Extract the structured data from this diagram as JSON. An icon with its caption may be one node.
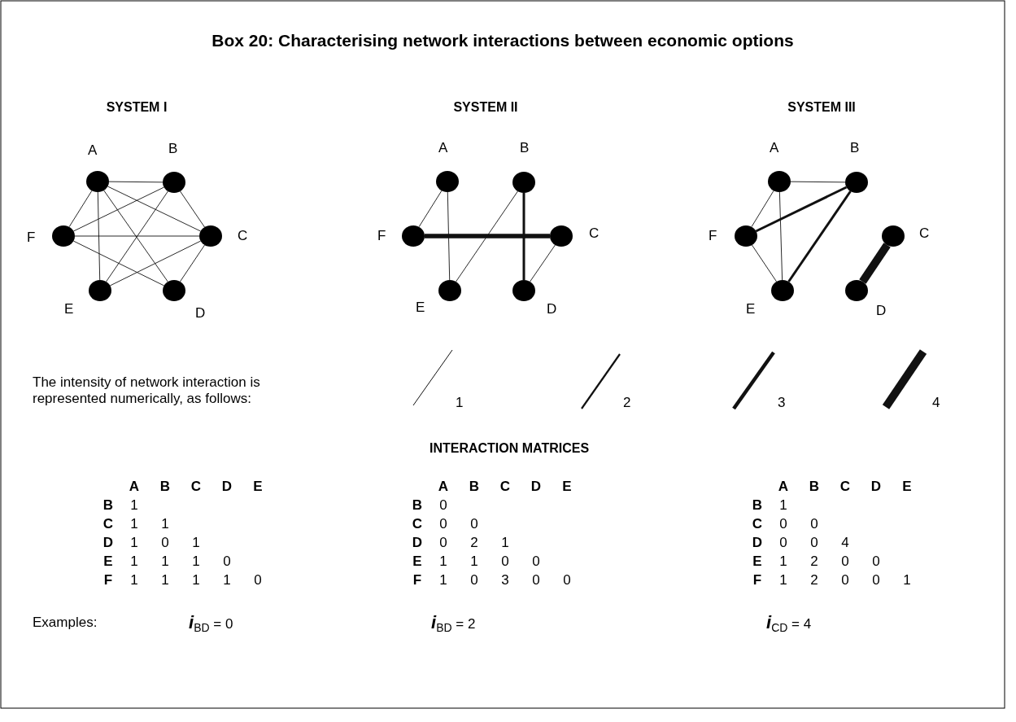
{
  "diagram": {
    "title": "Box 20: Characterising network interactions between economic options",
    "nodes": [
      {
        "text": [
          "A"
        ]
      },
      {
        "text": [
          "B"
        ]
      },
      {
        "text": [
          "F"
        ]
      },
      {
        "text": [
          "C"
        ]
      },
      {
        "text": [
          "E"
        ]
      },
      {
        "text": [
          "D"
        ]
      },
      {
        "text": [
          "A"
        ]
      },
      {
        "text": [
          "B"
        ]
      },
      {
        "text": [
          "F"
        ]
      },
      {
        "text": [
          "C"
        ]
      },
      {
        "text": [
          "E"
        ]
      },
      {
        "text": [
          "D"
        ]
      },
      {
        "text": [
          "A"
        ]
      },
      {
        "text": [
          "B"
        ]
      },
      {
        "text": [
          "F"
        ]
      },
      {
        "text": [
          "C"
        ]
      },
      {
        "text": [
          "E"
        ]
      },
      {
        "text": [
          "D"
        ]
      }
    ],
    "edges": [
      {
        "from": 0,
        "to": 1,
        "arrow": "none"
      },
      {
        "from": 0,
        "to": 3,
        "arrow": "none"
      },
      {
        "from": 0,
        "to": 5,
        "arrow": "none"
      },
      {
        "from": 0,
        "to": 4,
        "arrow": "none"
      },
      {
        "from": 0,
        "to": 2,
        "arrow": "none"
      },
      {
        "from": 1,
        "to": 3,
        "arrow": "none"
      },
      {
        "from": 1,
        "to": 4,
        "arrow": "none"
      },
      {
        "from": 1,
        "to": 2,
        "arrow": "none"
      },
      {
        "from": 3,
        "to": 5,
        "arrow": "none"
      },
      {
        "from": 3,
        "to": 4,
        "arrow": "none"
      },
      {
        "from": 3,
        "to": 2,
        "arrow": "none"
      },
      {
        "from": 5,
        "to": 2,
        "arrow": "none"
      },
      {
        "from": 6,
        "to": 8,
        "arrow": "none"
      },
      {
        "from": 6,
        "to": 10,
        "arrow": "none"
      },
      {
        "from": 7,
        "to": 10,
        "arrow": "none"
      },
      {
        "from": 7,
        "to": 11,
        "arrow": "none",
        "style": "thick"
      },
      {
        "from": 8,
        "to": 9,
        "arrow": "none",
        "style": "thick"
      },
      {
        "from": 9,
        "to": 11,
        "arrow": "none"
      },
      {
        "from": 12,
        "to": 13,
        "arrow": "none"
      },
      {
        "from": 12,
        "to": 14,
        "arrow": "none"
      },
      {
        "from": 12,
        "to": 16,
        "arrow": "none"
      },
      {
        "from": 14,
        "to": 13,
        "arrow": "none",
        "style": "thick"
      },
      {
        "from": 16,
        "to": 13,
        "arrow": "none",
        "style": "thick"
      },
      {
        "from": 14,
        "to": 16,
        "arrow": "none"
      },
      {
        "from": 15,
        "to": 17,
        "arrow": "none",
        "style": "thick"
      }
    ],
    "labels": [
      "SYSTEM  I",
      "SYSTEM  II",
      "SYSTEM  III",
      "The intensity of network interaction is represented numerically, as follows:",
      "INTERACTION MATRICES",
      "A",
      "B",
      "C",
      "D",
      "E",
      "B",
      "1",
      "C",
      "1",
      "1",
      "D",
      "1",
      "0",
      "1",
      "E",
      "1",
      "1",
      "1",
      "0",
      "F",
      "1",
      "1",
      "1",
      "1",
      "0",
      "A",
      "B",
      "C",
      "D",
      "E",
      "B",
      "0",
      "C",
      "0",
      "0",
      "D",
      "0",
      "2",
      "1",
      "E",
      "1",
      "1",
      "0",
      "0",
      "F",
      "1",
      "0",
      "3",
      "0",
      "0",
      "A",
      "B",
      "C",
      "D",
      "E",
      "B",
      "1",
      "C",
      "0",
      "0",
      "D",
      "0",
      "0",
      "4",
      "E",
      "1",
      "2",
      "0",
      "0",
      "F",
      "1",
      "2",
      "0",
      "0",
      "1",
      "Examples:",
      "*i*$_{BD}$  =  0",
      "*i*$_{BD}$ =  2",
      "*i*$_{CD}$ =  4"
    ],
    "legend": [
      {
        "text": "1"
      },
      {
        "text": "2"
      },
      {
        "text": "3"
      },
      {
        "text": "4"
      }
    ]
  }
}
